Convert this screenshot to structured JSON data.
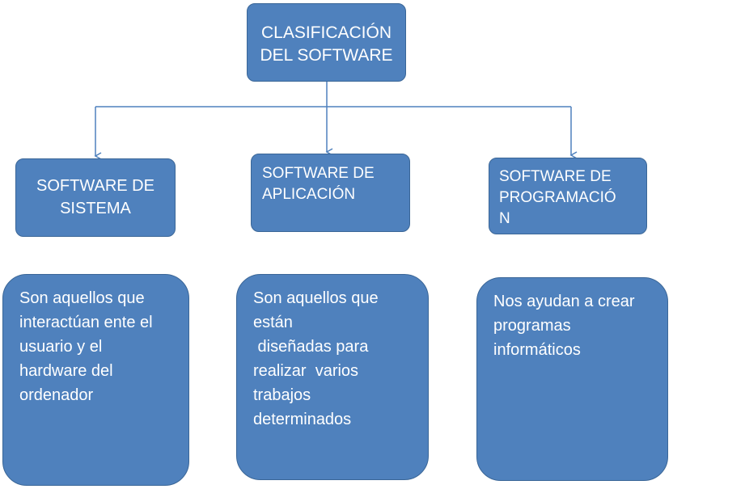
{
  "root": {
    "lines": [
      "CLASIFICACIÓN",
      "DEL SOFTWARE"
    ]
  },
  "categories": [
    {
      "title_lines": [
        "SOFTWARE DE",
        "SISTEMA"
      ],
      "description_lines": [
        "Son aquellos que",
        "interactúan ente el",
        "usuario y el",
        "hardware del",
        "ordenador"
      ]
    },
    {
      "title_lines": [
        "SOFTWARE DE",
        "APLICACIÓN"
      ],
      "description_lines": [
        "Son aquellos que",
        "están",
        " diseñadas para",
        "realizar  varios",
        "trabajos",
        "determinados"
      ]
    },
    {
      "title_lines": [
        "SOFTWARE DE",
        "PROGRAMACIÓ",
        "N"
      ],
      "description_lines": [
        "Nos ayudan a crear",
        "programas",
        "informáticos"
      ]
    }
  ],
  "colors": {
    "box_fill": "#4f81bd",
    "box_border": "#3a6697",
    "connector": "#4f81bd",
    "text": "#ffffff"
  }
}
